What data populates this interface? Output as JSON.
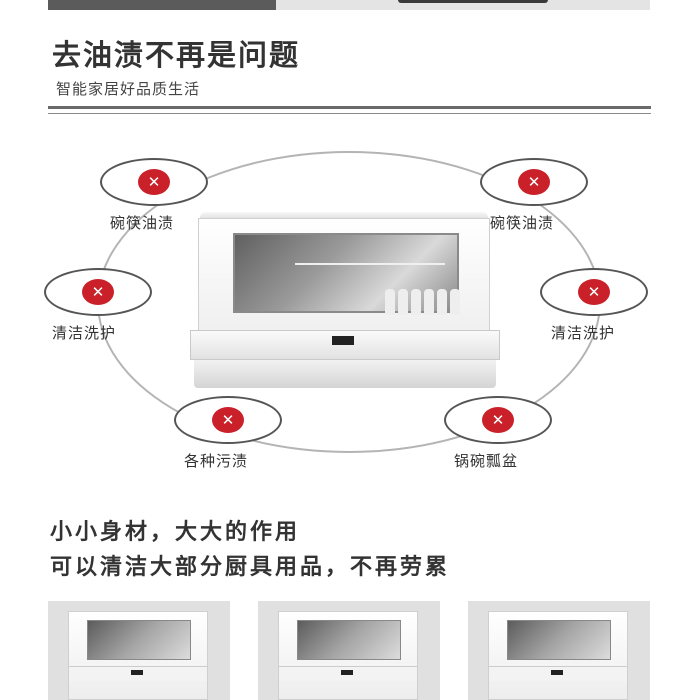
{
  "header": {
    "title": "去油渍不再是问题",
    "subtitle": "智能家居好品质生活"
  },
  "features": [
    {
      "label": "碗筷油渍",
      "icon": "x-icon"
    },
    {
      "label": "碗筷油渍",
      "icon": "x-icon"
    },
    {
      "label": "清洁洗护",
      "icon": "x-icon"
    },
    {
      "label": "清洁洗护",
      "icon": "x-icon"
    },
    {
      "label": "各种污渍",
      "icon": "x-icon"
    },
    {
      "label": "锅碗瓢盆",
      "icon": "x-icon"
    }
  ],
  "x_mark": "✕",
  "section": {
    "line1": "小小身材，大大的作用",
    "line2": "可以清洁大部分厨具用品，不再劳累"
  },
  "colors": {
    "accent_red": "#c9202a",
    "text": "#333333",
    "rule": "#6a6a6a"
  }
}
